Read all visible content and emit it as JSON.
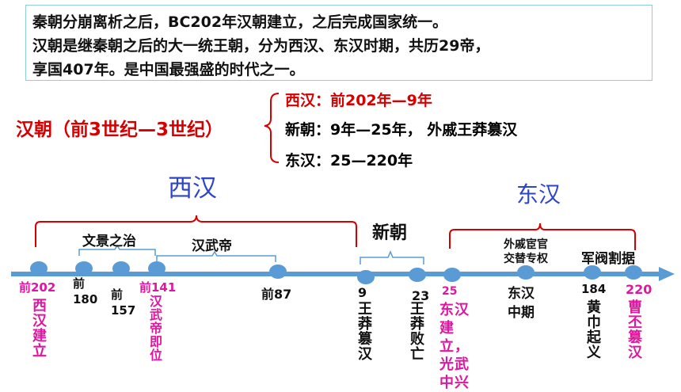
{
  "intro": {
    "line1": "秦朝分崩离析之后，BC202年汉朝建立，之后完成国家统一。",
    "line2": "汉朝是继秦朝之后的大一统王朝，分为西汉、东汉时期，共历29帝，",
    "line3": "享国407年。是中国最强盛的时代之一。"
  },
  "dynasty": {
    "title": "汉朝（前3世纪—3世纪）",
    "sub1": "西汉：前202年—9年",
    "sub2": "新朝：9年—25年，  外戚王莽篡汉",
    "sub3": "东汉：25—220年"
  },
  "periods": {
    "xihan": "西汉",
    "xinchao": "新朝",
    "donghan": "东汉",
    "wenjing": "文景之治",
    "hanwudi": "汉武帝",
    "waiqi_line1": "外戚宦官",
    "waiqi_line2": "交替专权",
    "junfa": "军阀割据"
  },
  "timeline": {
    "y202": "前202",
    "y180": "前\n180",
    "y157": "前\n157",
    "y141": "前141",
    "y87": "前87",
    "y9": "9",
    "y23": "23",
    "y25": "25",
    "y184": "184",
    "y220": "220"
  },
  "events": {
    "xihan_jianli": "西汉建立",
    "wudi_jiwei": "汉武帝即位",
    "wangmang_cuanhan": "王莽篡汉",
    "wangmang_baiwang": "王莽败亡",
    "donghan_jianli": "东汉建立，光武中兴",
    "donghan_zhongqi_1": "东汉",
    "donghan_zhongqi_2": "中期",
    "huangjin": "黄巾起义",
    "cao_pi": "曹丕篡汉"
  },
  "colors": {
    "red": "#d60000",
    "pink": "#e0169e",
    "blue_text": "#2f45c8",
    "axis": "#5b9bd5",
    "node": "#5b9bd5",
    "bracket_red": "#d60000",
    "bracket_blue": "#5b9bd5"
  }
}
